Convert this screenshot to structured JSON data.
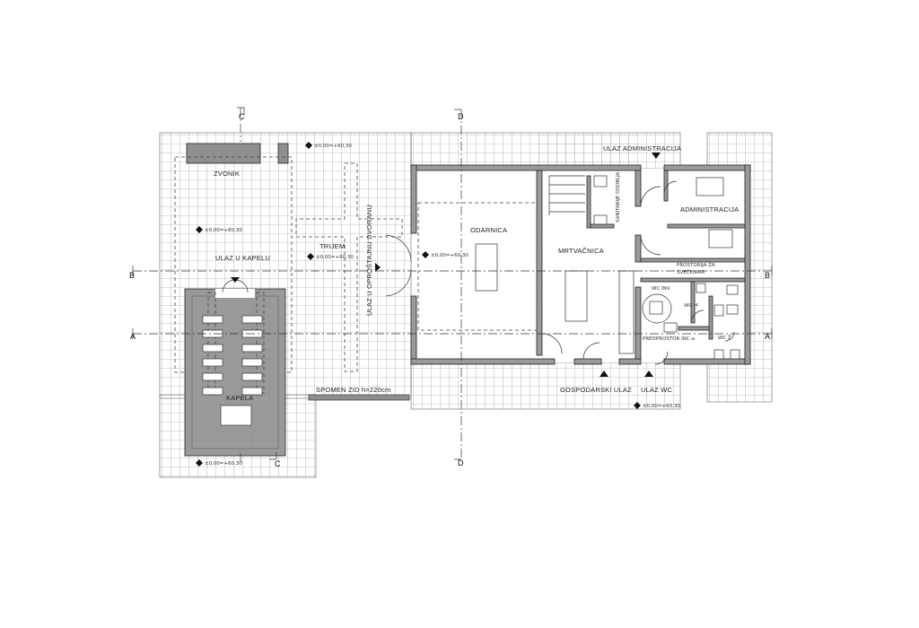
{
  "rooms": {
    "zvonik": "ZVONIK",
    "trijem": "TRIJEM",
    "ulaz_kapela": "ULAZ U KAPELU",
    "ulaz_oprostajna": "ULAZ U OPROŠTAJNU DVORANU",
    "kapela": "KAPELA",
    "spomen_zid": "SPOMEN ZID h=220cm",
    "odarnica": "ODARNICA",
    "mrtvacnica": "MRTVAČNICA",
    "sanitarije": "SANITARIJE OSOBLJA",
    "administracija": "ADMINISTRACIJA",
    "ulaz_administracija": "ULAZ ADMINISTRACIJA",
    "prostorija_svecenika_1": "PROSTORIJA ZA",
    "prostorija_svecenika_2": "SVEĆENIKA",
    "wc_inv": "WC INV.",
    "wc_m": "WC M",
    "wc_z": "WC Ž",
    "predprostor": "PREDPROSTOR INC-a",
    "gospodarski_ulaz": "GOSPODARSKI ULAZ",
    "ulaz_wc": "ULAZ WC"
  },
  "sections": {
    "a": "A",
    "b": "B",
    "c": "C",
    "d": "D"
  },
  "elevations": {
    "e1": "±0,00=+60,30",
    "e2": "±0,00=+60,30",
    "e3": "±0,00=+60,30",
    "e4": "±0,00=+60,30",
    "e5": "±0,00=+60,30",
    "e6": "±0,00=+60,30"
  }
}
